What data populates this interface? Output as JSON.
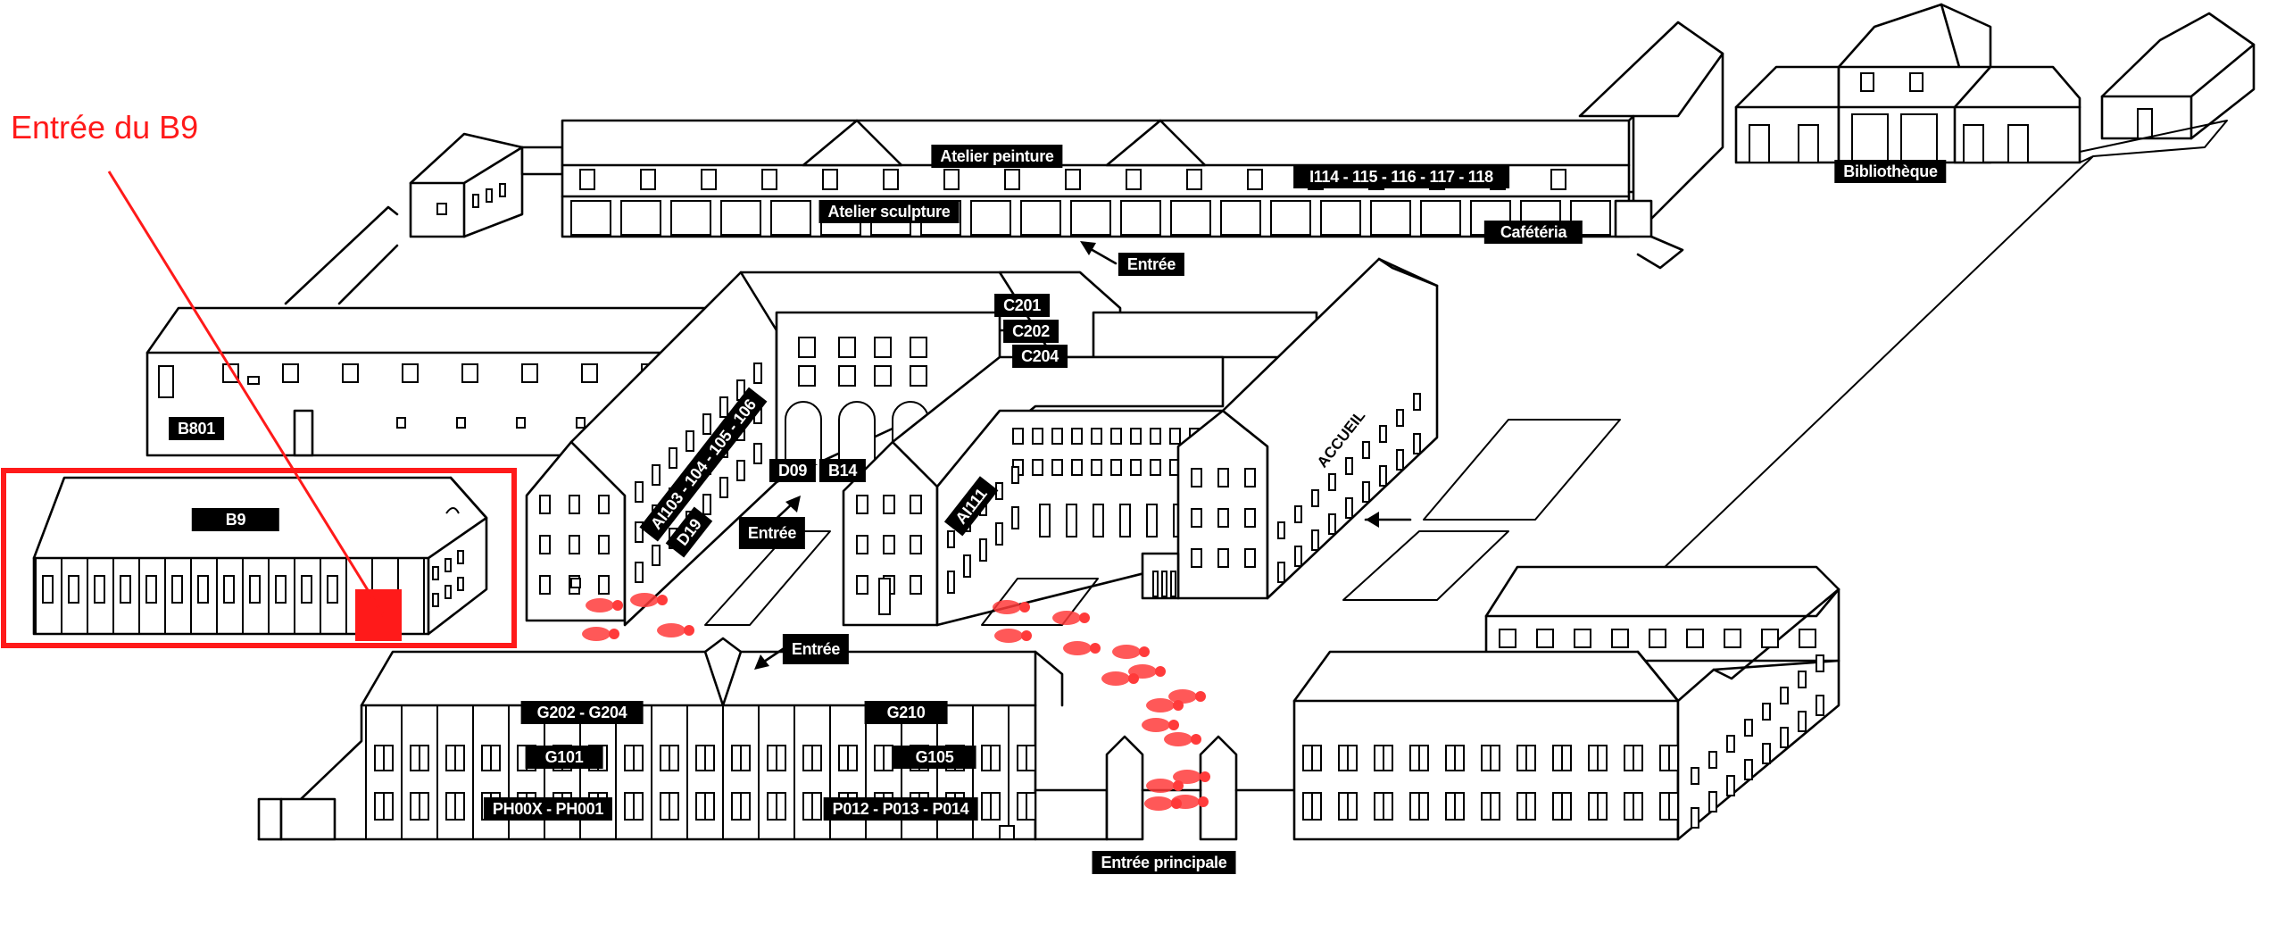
{
  "callout": {
    "text": "Entrée du B9",
    "color": "#ff1a1a"
  },
  "labels": {
    "atelier_peinture": "Atelier peinture",
    "atelier_sculpture": "Atelier sculpture",
    "salles_i114": "I114 - 115 - 116 - 117 - 118",
    "cafeteria": "Cafétéria",
    "bibliotheque": "Bibliothèque",
    "entree_top": "Entrée",
    "c201": "C201",
    "c202": "C202",
    "c204": "C204",
    "b801": "B801",
    "b9": "B9",
    "ai103": "AI103 - 104 - 105 - 106",
    "d19": "D19",
    "d09": "D09",
    "b14": "B14",
    "entree_mid": "Entrée",
    "ai111": "AI111",
    "accueil": "ACCUEIL",
    "entree_low": "Entrée",
    "g202": "G202 - G204",
    "g101": "G101",
    "ph00x": "PH00X - PH001",
    "g210": "G210",
    "g105": "G105",
    "p012": "P012 - P013 - P014",
    "entree_principale": "Entrée principale"
  },
  "colors": {
    "ink": "#000000",
    "highlight": "#ff1a1a",
    "footsteps": "#ff3b3b"
  },
  "icons": {
    "arrow": "arrow-icon",
    "footsteps": "footsteps-icon"
  }
}
